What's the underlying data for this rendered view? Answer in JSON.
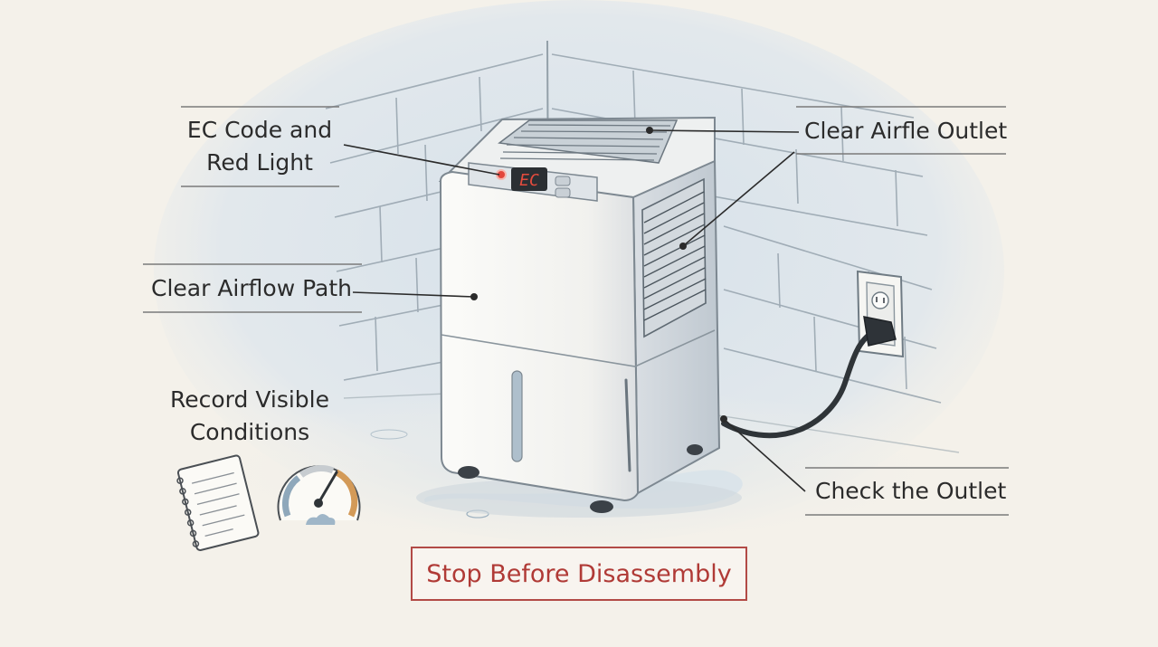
{
  "callouts": {
    "ec_code": {
      "line1": "EC Code and",
      "line2": "Red Light"
    },
    "outlet_top": {
      "text": "Clear Airfle Outlet"
    },
    "airflow_path": {
      "text": "Clear Airflow Path"
    },
    "record": {
      "line1": "Record Visible",
      "line2": "Conditions"
    },
    "check_outlet": {
      "text": "Check the Outlet"
    }
  },
  "display": {
    "code": "EC"
  },
  "warning": {
    "text": "Stop Before Disassembly"
  },
  "colors": {
    "background": "#f4f1ea",
    "ink": "#2b2b2b",
    "indicator_red": "#e2463c",
    "warning_red": "#b03a36",
    "wall_blue": "#c9d6e0"
  },
  "icons": [
    "notebook-icon",
    "gauge-icon",
    "power-outlet-icon",
    "power-plug-icon"
  ]
}
